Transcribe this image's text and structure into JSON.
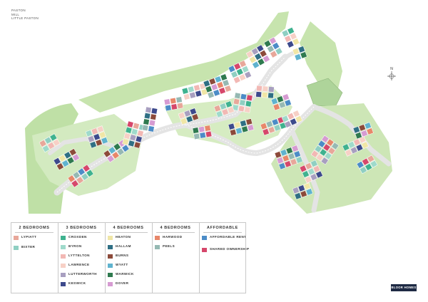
{
  "header": {
    "line1": "PASTON",
    "line2": "MILL",
    "line3": "LITTLE PASTON"
  },
  "compass": {
    "label": "N",
    "icon": "north-arrow-icon"
  },
  "key": {
    "columns": [
      {
        "heading": "2 BEDROOMS",
        "items": [
          {
            "name": "LYPIATT",
            "plots": "",
            "color": "#e8a79a"
          },
          {
            "name": "BIXTER",
            "plots": "",
            "color": "#8fcfc2"
          }
        ]
      },
      {
        "heading": "3 BEDROOMS",
        "items": [
          {
            "name": "CROXDEN",
            "plots": "",
            "color": "#3fb28f"
          },
          {
            "name": "BYRON",
            "plots": "",
            "color": "#9fdacb"
          },
          {
            "name": "LYTTELTON",
            "plots": "",
            "color": "#f2b8b4"
          },
          {
            "name": "LAWRENCE",
            "plots": "",
            "color": "#f7d0c6"
          },
          {
            "name": "LUTTERWORTH",
            "plots": "",
            "color": "#a89fc0"
          },
          {
            "name": "KESWICK",
            "plots": "",
            "color": "#3d4a8c"
          }
        ]
      },
      {
        "heading": "4 BEDROOMS",
        "items": [
          {
            "name": "HEATON",
            "plots": "",
            "color": "#f0e6a6"
          },
          {
            "name": "HALLAM",
            "plots": "",
            "color": "#2f6f84"
          },
          {
            "name": "BURNS",
            "plots": "",
            "color": "#8c4a3a"
          },
          {
            "name": "WYATT",
            "plots": "",
            "color": "#5fb3cf"
          },
          {
            "name": "WARWICK",
            "plots": "",
            "color": "#2f7a4f"
          },
          {
            "name": "DOVER",
            "plots": "",
            "color": "#d69bd2"
          }
        ]
      },
      {
        "heading": "4 BEDROOMS",
        "items": [
          {
            "name": "HARWOOD",
            "plots": "",
            "color": "#e8876a"
          },
          {
            "name": "PEELS",
            "plots": "",
            "color": "#96b9b3"
          }
        ]
      },
      {
        "heading": "AFFORDABLE",
        "items": [
          {
            "name": "AFFORDABLE RENT",
            "plots": "",
            "color": "#4c8cc7"
          },
          {
            "name": "SHARED OWNERSHIP",
            "plots": "",
            "color": "#d6476b"
          }
        ]
      }
    ]
  },
  "logo": {
    "text": "BLOOR HOMES"
  }
}
